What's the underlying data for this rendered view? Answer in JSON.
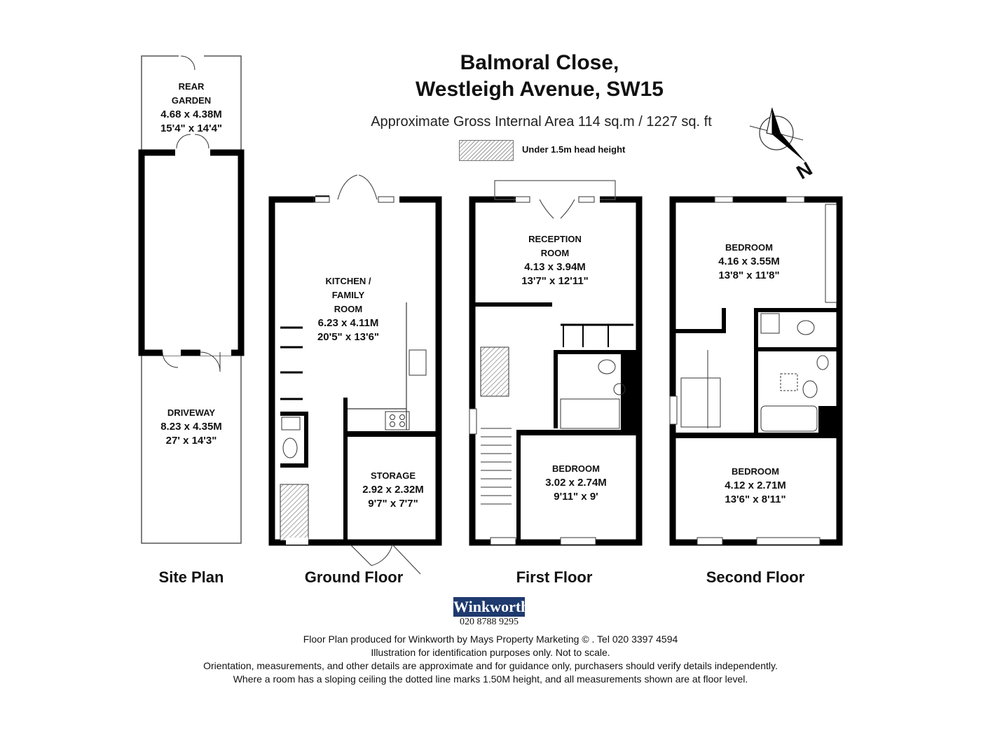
{
  "header": {
    "title_line1": "Balmoral Close,",
    "title_line2": "Westleigh Avenue, SW15",
    "area": "Approximate Gross Internal Area 114 sq.m  /  1227 sq. ft",
    "legend_label": "Under 1.5m head height",
    "compass_letter": "N"
  },
  "floors": {
    "site": "Site Plan",
    "ground": "Ground Floor",
    "first": "First Floor",
    "second": "Second Floor"
  },
  "rooms": {
    "garden": {
      "name1": "REAR",
      "name2": "GARDEN",
      "metric": "4.68 x 4.38M",
      "imperial": "15'4\" x 14'4\""
    },
    "driveway": {
      "name1": "DRIVEWAY",
      "metric": "8.23 x 4.35M",
      "imperial": "27' x 14'3\""
    },
    "kitchen": {
      "name1": "KITCHEN /",
      "name2": "FAMILY",
      "name3": "ROOM",
      "metric": "6.23 x 4.11M",
      "imperial": "20'5\" x 13'6\""
    },
    "storage": {
      "name1": "STORAGE",
      "metric": "2.92 x 2.32M",
      "imperial": "9'7\" x 7'7\""
    },
    "reception": {
      "name1": "RECEPTION",
      "name2": "ROOM",
      "metric": "4.13 x 3.94M",
      "imperial": "13'7\" x 12'11\""
    },
    "bed1": {
      "name1": "BEDROOM",
      "metric": "3.02 x 2.74M",
      "imperial": "9'11\" x 9'"
    },
    "bed2": {
      "name1": "BEDROOM",
      "metric": "4.16 x 3.55M",
      "imperial": "13'8\" x 11'8\""
    },
    "bed3": {
      "name1": "BEDROOM",
      "metric": "4.12 x 2.71M",
      "imperial": "13'6\" x 8'11\""
    }
  },
  "branding": {
    "logo": "Winkworth",
    "phone": "020 8788 9295",
    "brand_color": "#1e3a6e"
  },
  "footer": {
    "line1": "Floor Plan produced for Winkworth by Mays Property Marketing  © . Tel 020 3397 4594",
    "line2": "Illustration for identification purposes only. Not to scale.",
    "line3": "Orientation, measurements, and other details are approximate and for guidance only, purchasers should verify details independently.",
    "line4": "Where a room has a sloping ceiling the dotted line marks 1.50M height, and all measurements shown are at floor level."
  }
}
